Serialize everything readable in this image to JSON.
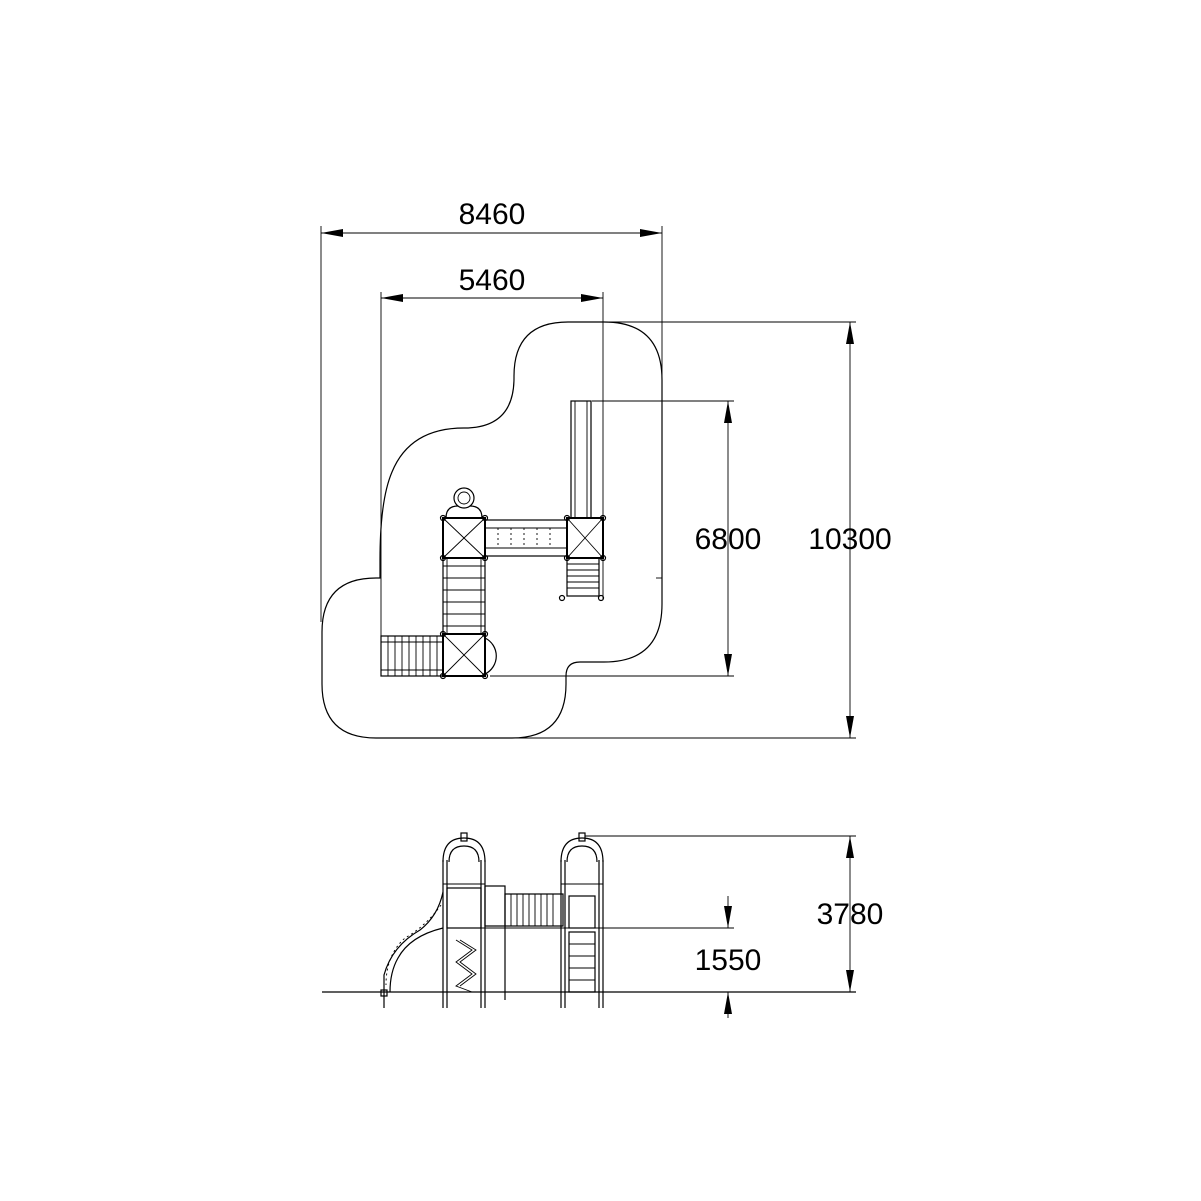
{
  "plan_view": {
    "width_overall": "8460",
    "width_structure": "5460",
    "depth_structure": "6800",
    "depth_overall": "10300"
  },
  "elevation_view": {
    "platform_height": "1550",
    "total_height": "3780"
  }
}
